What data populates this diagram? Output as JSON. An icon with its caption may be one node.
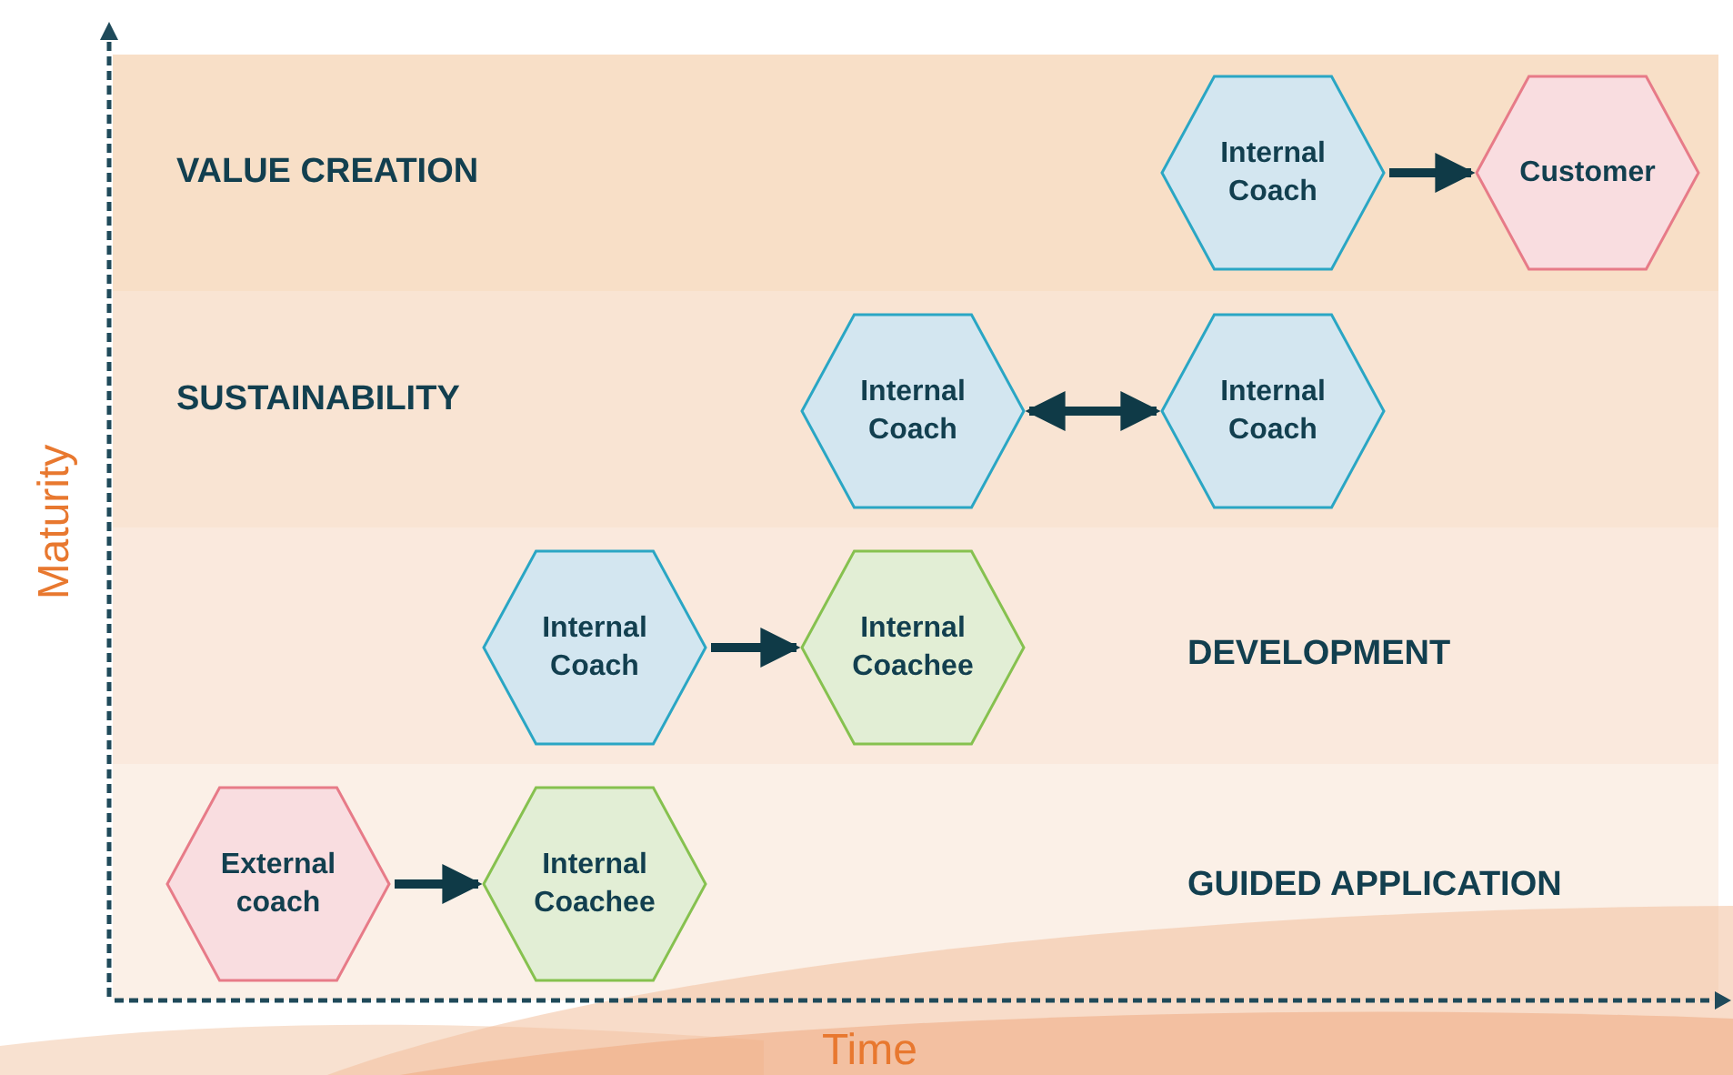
{
  "diagram": {
    "nodes": [
      {
        "text": [
          "VALUE CREATION"
        ]
      },
      {
        "text": [
          "Internal Coach"
        ],
        "in": 0
      },
      {
        "text": [
          "Customer"
        ],
        "in": 0
      },
      {
        "text": [
          "SUSTAINABILITY"
        ]
      },
      {
        "text": [
          "Internal Coach"
        ],
        "in": 3
      },
      {
        "text": [
          "Internal Coach"
        ],
        "in": 3
      },
      {
        "text": [
          "DEVELOPMENT"
        ]
      },
      {
        "text": [
          "Internal Coach"
        ],
        "in": 6
      },
      {
        "text": [
          "Internal Coachee"
        ],
        "in": 6
      },
      {
        "text": [
          "GUIDED APPLICATION"
        ]
      },
      {
        "text": [
          "External coach"
        ],
        "in": 9
      },
      {
        "text": [
          "Internal Coachee"
        ],
        "in": 9
      }
    ],
    "edges": [
      {
        "from": 1,
        "to": 2,
        "arrow": "to"
      },
      {
        "from": 4,
        "to": 5,
        "arrow": "both"
      },
      {
        "from": 7,
        "to": 8,
        "arrow": "to"
      },
      {
        "from": 10,
        "to": 11,
        "arrow": "to"
      }
    ],
    "labels": [
      "Maturity",
      "Time"
    ]
  }
}
